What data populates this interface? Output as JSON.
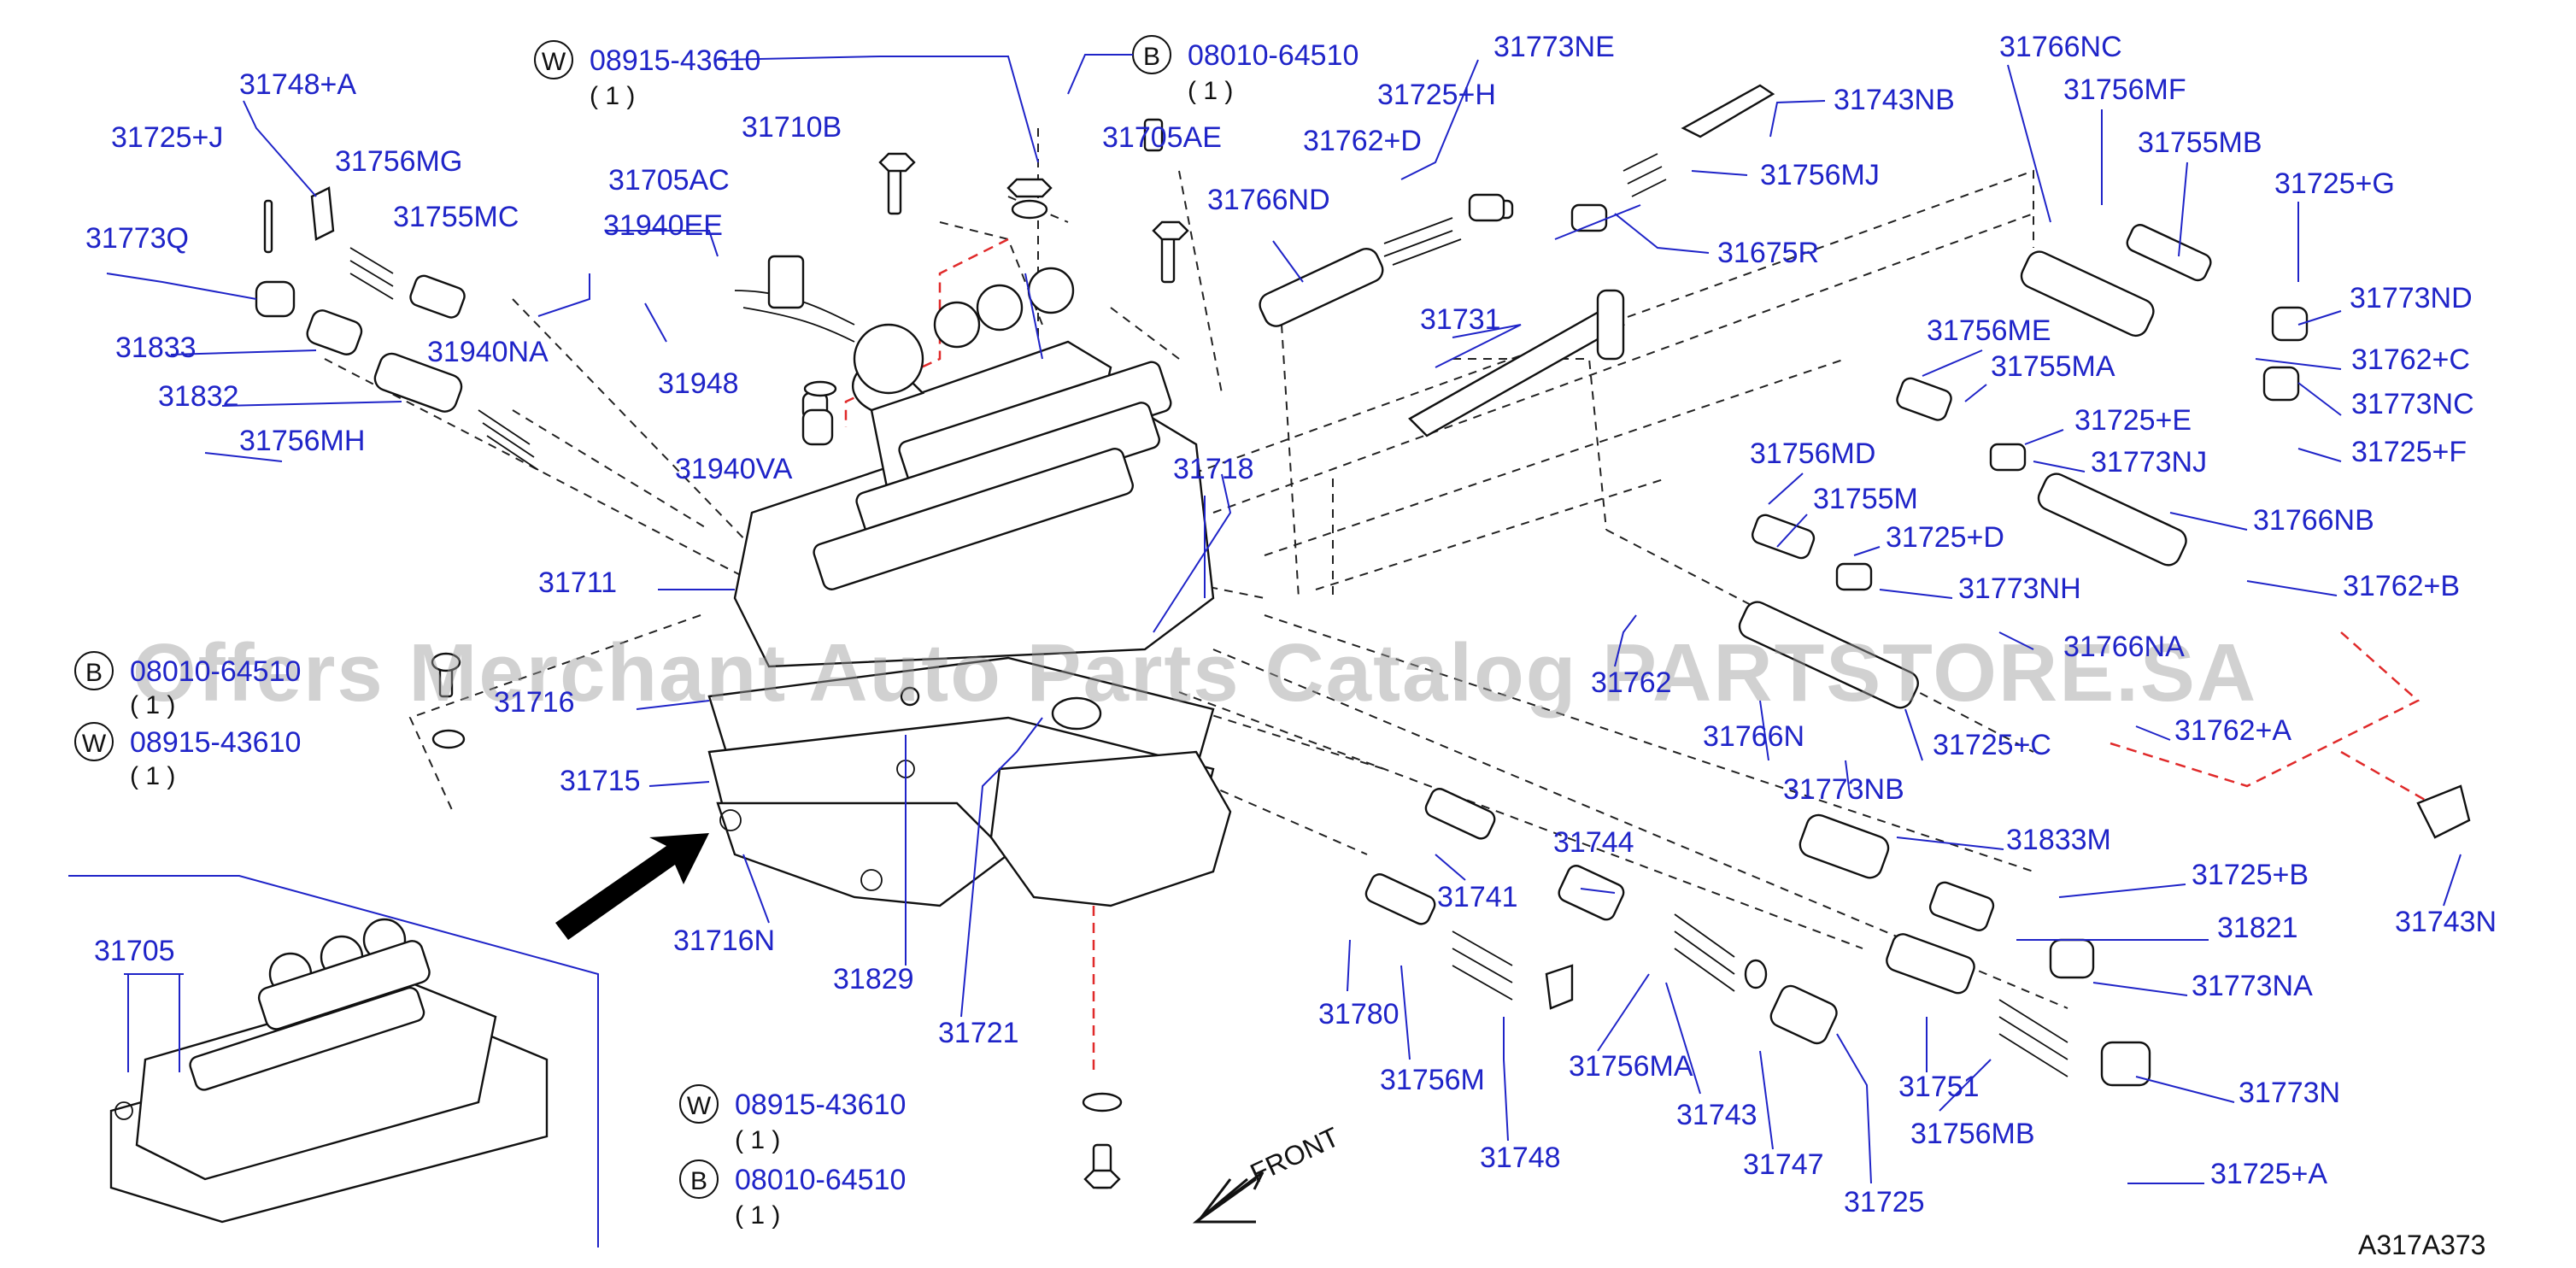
{
  "watermark": "Offers Merchant Auto Parts Catalog PARTSTORE.SA",
  "figure_code": "A317A373",
  "front_label": "FRONT",
  "callouts": [
    {
      "letter": "W",
      "part": "08915-43610",
      "qty": "( 1 )"
    },
    {
      "letter": "B",
      "part": "08010-64510",
      "qty": "( 1 )"
    },
    {
      "letter": "B",
      "part": "08010-64510",
      "qty": "( 1 )"
    },
    {
      "letter": "W",
      "part": "08915-43610",
      "qty": "( 1 )"
    },
    {
      "letter": "W",
      "part": "08915-43610",
      "qty": "( 1 )"
    },
    {
      "letter": "B",
      "part": "08010-64510",
      "qty": "( 1 )"
    }
  ],
  "labels": [
    "31748+A",
    "31725+J",
    "31756MG",
    "31755MC",
    "31773Q",
    "31833",
    "31940NA",
    "31832",
    "31756MH",
    "31710B",
    "31705AC",
    "31940EE",
    "31948",
    "31940VA",
    "31705AE",
    "31725+H",
    "31773NE",
    "31762+D",
    "31766ND",
    "31743NB",
    "31756MJ",
    "31675R",
    "31731",
    "31766NC",
    "31756MF",
    "31755MB",
    "31725+G",
    "31773ND",
    "31756ME",
    "31755MA",
    "31762+C",
    "31773NC",
    "31725+E",
    "31773NJ",
    "31725+F",
    "31756MD",
    "31755M",
    "31725+D",
    "31766NB",
    "31773NH",
    "31762+B",
    "31762",
    "31766NA",
    "31766N",
    "31725+C",
    "31762+A",
    "31773NB",
    "31833M",
    "31725+B",
    "31821",
    "31743N",
    "31773NA",
    "31773N",
    "31725+A",
    "31751",
    "31756MB",
    "31725",
    "31747",
    "31743",
    "31748",
    "31756MA",
    "31744",
    "31741",
    "31780",
    "31756M",
    "31711",
    "31716",
    "31715",
    "31716N",
    "31829",
    "31721",
    "31718",
    "31705"
  ]
}
